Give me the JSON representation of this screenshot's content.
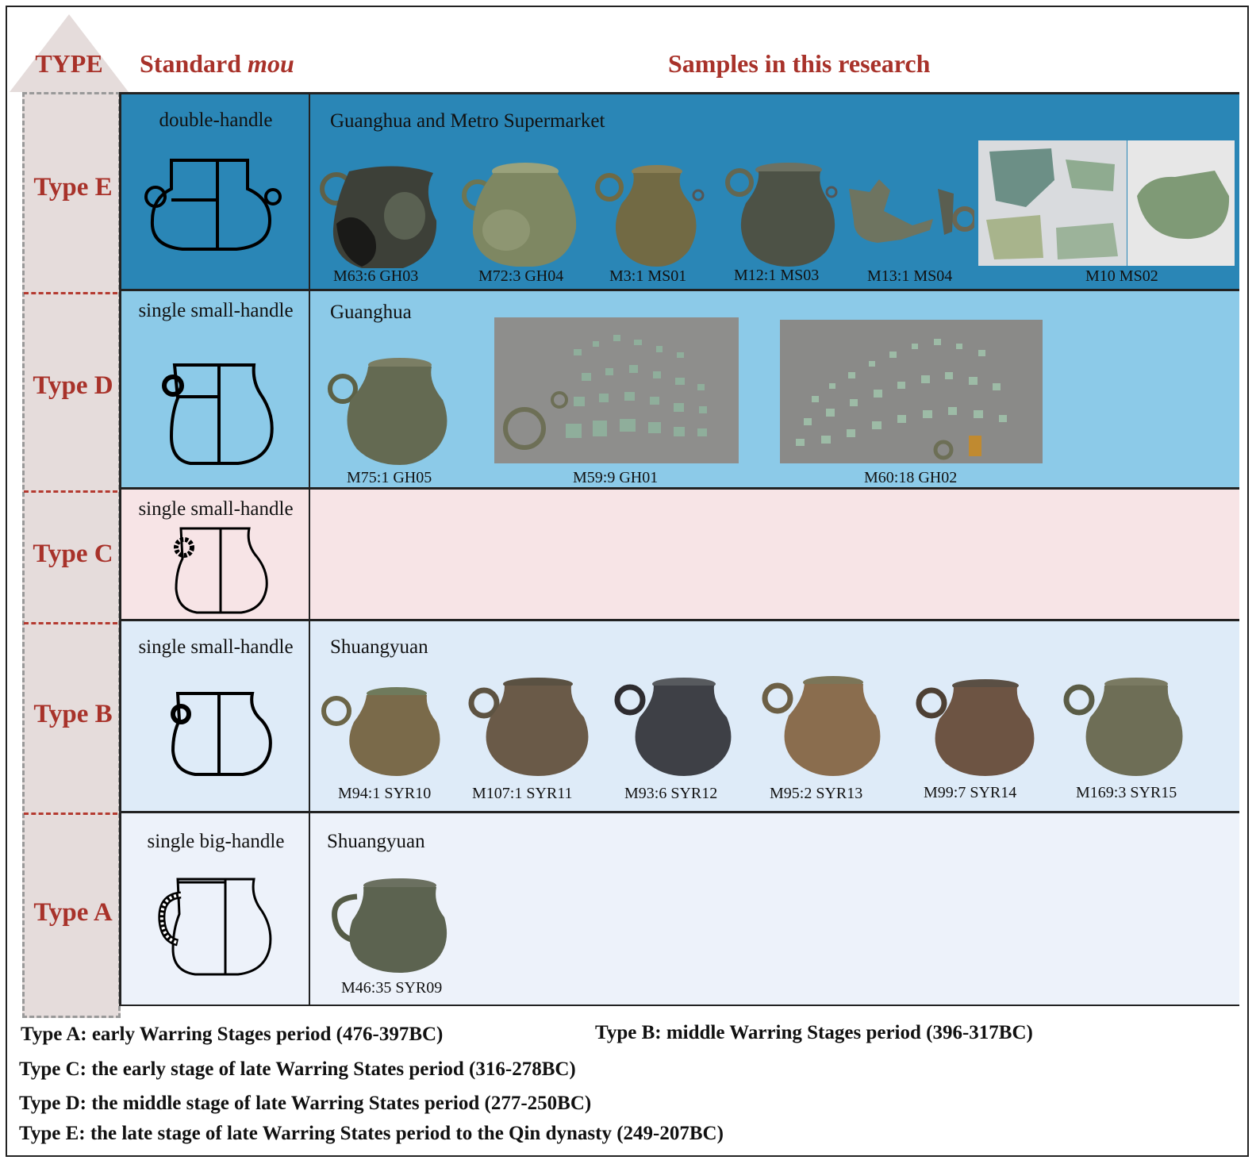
{
  "headers": {
    "type": "TYPE",
    "standard": "Standard ",
    "standard_italic": "mou",
    "samples": "Samples in this research"
  },
  "colors": {
    "title_red": "#a8322a",
    "row_E": "#2a86b6",
    "row_D": "#8ccae8",
    "row_C": "#f7e4e6",
    "row_B": "#deebf8",
    "row_A": "#edf2fa"
  },
  "rows": [
    {
      "type_label": "Type E",
      "standard_label": "double-handle",
      "site": "Guanghua and Metro Supermarket",
      "samples": [
        "M63:6 GH03",
        "M72:3 GH04",
        "M3:1 MS01",
        "M12:1 MS03",
        "M13:1 MS04",
        "M10 MS02"
      ]
    },
    {
      "type_label": "Type D",
      "standard_label": "single small-handle",
      "site": "Guanghua",
      "samples": [
        "M75:1 GH05",
        "M59:9 GH01",
        "M60:18 GH02"
      ]
    },
    {
      "type_label": "Type C",
      "standard_label": "single small-handle",
      "site": "",
      "samples": []
    },
    {
      "type_label": "Type B",
      "standard_label": "single small-handle",
      "site": "Shuangyuan",
      "samples": [
        "M94:1 SYR10",
        "M107:1 SYR11",
        "M93:6 SYR12",
        "M95:2 SYR13",
        "M99:7 SYR14",
        "M169:3 SYR15"
      ]
    },
    {
      "type_label": "Type A",
      "standard_label": "single big-handle",
      "site": "Shuangyuan",
      "samples": [
        "M46:35 SYR09"
      ]
    }
  ],
  "legend": [
    "Type A: early Warring Stages period (476-397BC)",
    "Type B: middle Warring Stages period (396-317BC)",
    "Type C: the early stage of late Warring States period (316-278BC)",
    "Type D: the middle stage of late Warring States period (277-250BC)",
    "Type E: the late stage of late Warring States period to the Qin dynasty (249-207BC)"
  ]
}
